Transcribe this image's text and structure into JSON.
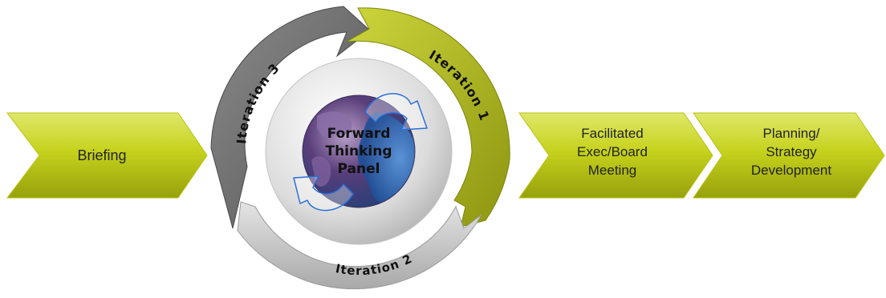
{
  "steps": {
    "briefing": "Briefing",
    "meeting": [
      "Facilitated",
      "Exec/Board",
      "Meeting"
    ],
    "planning": [
      "Planning/",
      "Strategy",
      "Development"
    ]
  },
  "cycle": {
    "iteration1": "Iteration 1",
    "iteration2": "Iteration 2",
    "iteration3": "Iteration 3",
    "center": [
      "Forward",
      "Thinking",
      "Panel"
    ]
  },
  "colors": {
    "chevron": "#c3cf1a",
    "iteration1": "#a8b016",
    "iteration2": "#c8c8c8",
    "iteration3": "#6e6e6e",
    "globe": "#1f5aa0"
  }
}
